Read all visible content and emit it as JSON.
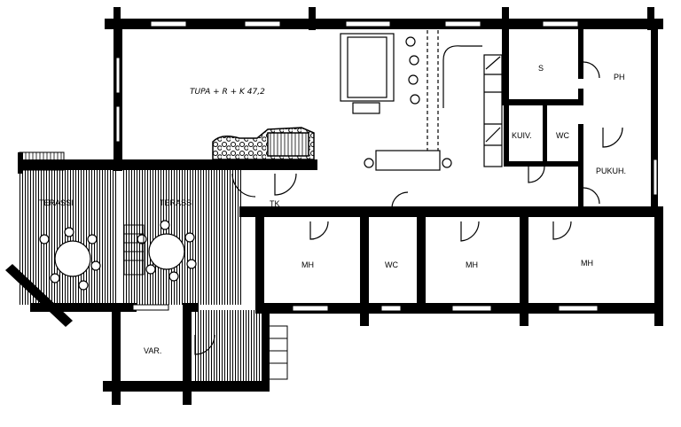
{
  "plan": {
    "rooms": {
      "tupa": "TUPA + R + K  47,2",
      "sauna": "S",
      "ph": "PH",
      "kuiv": "KUIV.",
      "wc_upper": "WC",
      "pukuh": "PUKUH.",
      "mh1": "MH",
      "wc_lower": "WC",
      "mh2": "MH",
      "mh3": "MH",
      "terassi1": "TERASSI",
      "terassi2": "TERASSI",
      "var": "VAR.",
      "tk": "TK"
    }
  }
}
